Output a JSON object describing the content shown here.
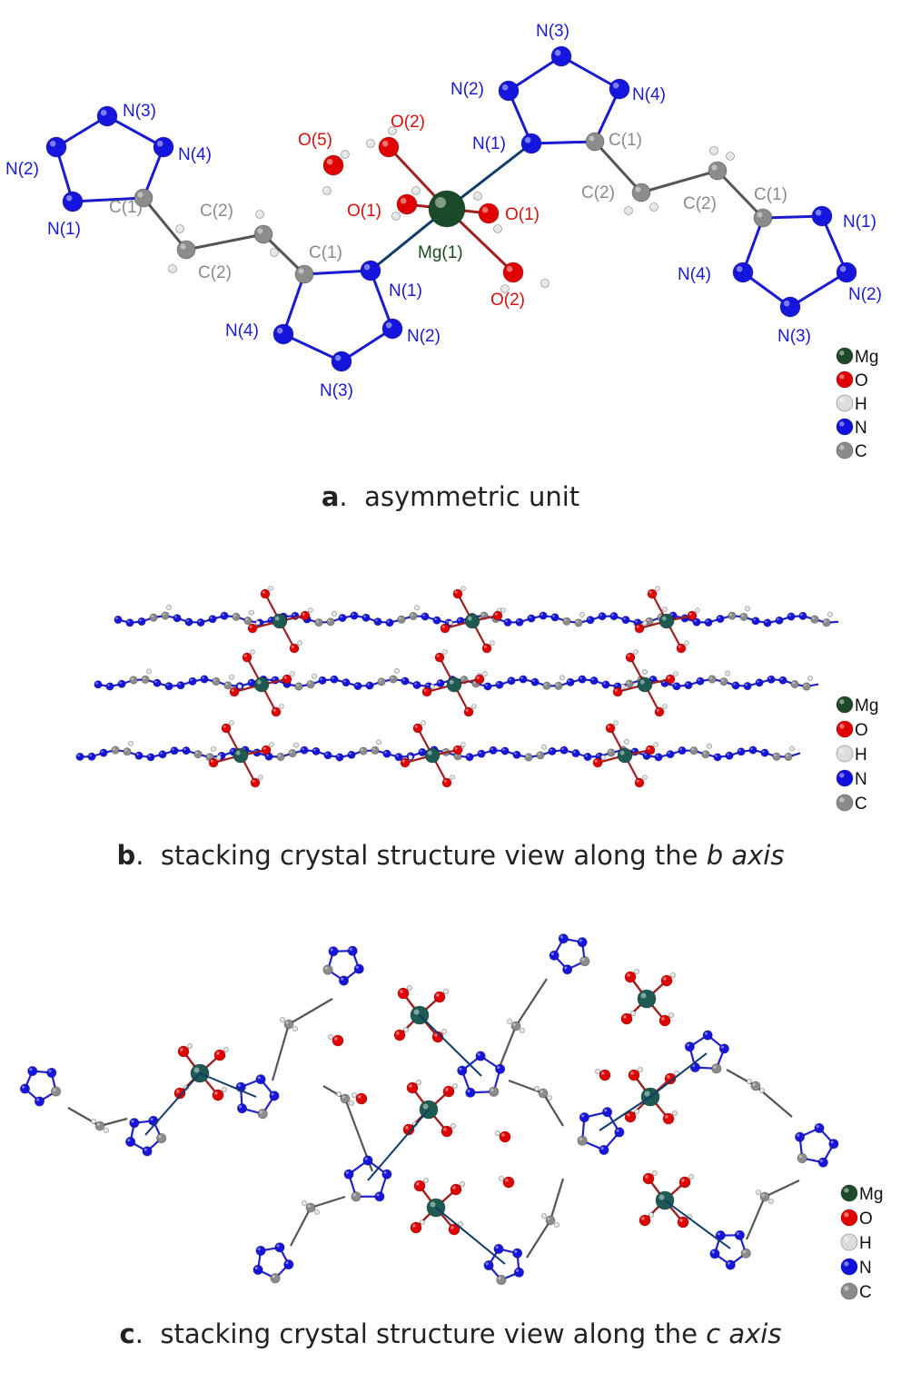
{
  "legend": [
    {
      "symbol": "Mg",
      "color": "#1f4a2a"
    },
    {
      "symbol": "O",
      "color": "#e00000"
    },
    {
      "symbol": "H",
      "color": "#dddddd"
    },
    {
      "symbol": "N",
      "color": "#1010dd"
    },
    {
      "symbol": "C",
      "color": "#8a8a8a"
    }
  ],
  "colors": {
    "mg": "#1a4a28",
    "mg_small": "#1d5a52",
    "o": "#e00000",
    "n": "#1515dd",
    "c": "#8c8c8c",
    "h": "#e6e6e6",
    "label_n": "#1a1ad6",
    "label_o": "#d81010",
    "label_c": "#8a8a8a",
    "label_mg": "#1a4a1a"
  },
  "panel_a": {
    "atom_labels": {
      "n3_left": "N(3)",
      "n4_left": "N(4)",
      "n2_left": "N(2)",
      "n1_left": "N(1)",
      "c1_left": "C(1)",
      "c2_left_top": "C(2)",
      "c2_left_bot": "C(2)",
      "c1_mid": "C(1)",
      "n1_mid": "N(1)",
      "n2_mid": "N(2)",
      "n3_mid": "N(3)",
      "n4_mid": "N(4)",
      "o5": "O(5)",
      "o2_top": "O(2)",
      "o1_left": "O(1)",
      "mg1": "Mg(1)",
      "o1_right": "O(1)",
      "o2_bot": "O(2)",
      "n3_top": "N(3)",
      "n2_top": "N(2)",
      "n4_top": "N(4)",
      "n1_top": "N(1)",
      "c1_top": "C(1)",
      "c2_right_a": "C(2)",
      "c2_right_b": "C(2)",
      "c1_right": "C(1)",
      "n1_right": "N(1)",
      "n4_right": "N(4)",
      "n2_right": "N(2)",
      "n3_right": "N(3)"
    }
  },
  "captions": {
    "a": {
      "letter": "a",
      "sep": ".",
      "text": "asymmetric unit",
      "italic": ""
    },
    "b": {
      "letter": "b",
      "sep": ".",
      "text": "stacking crystal structure view along the ",
      "italic": "b axis"
    },
    "c": {
      "letter": "c",
      "sep": ".",
      "text": "stacking crystal structure view along the ",
      "italic": "c axis"
    }
  }
}
